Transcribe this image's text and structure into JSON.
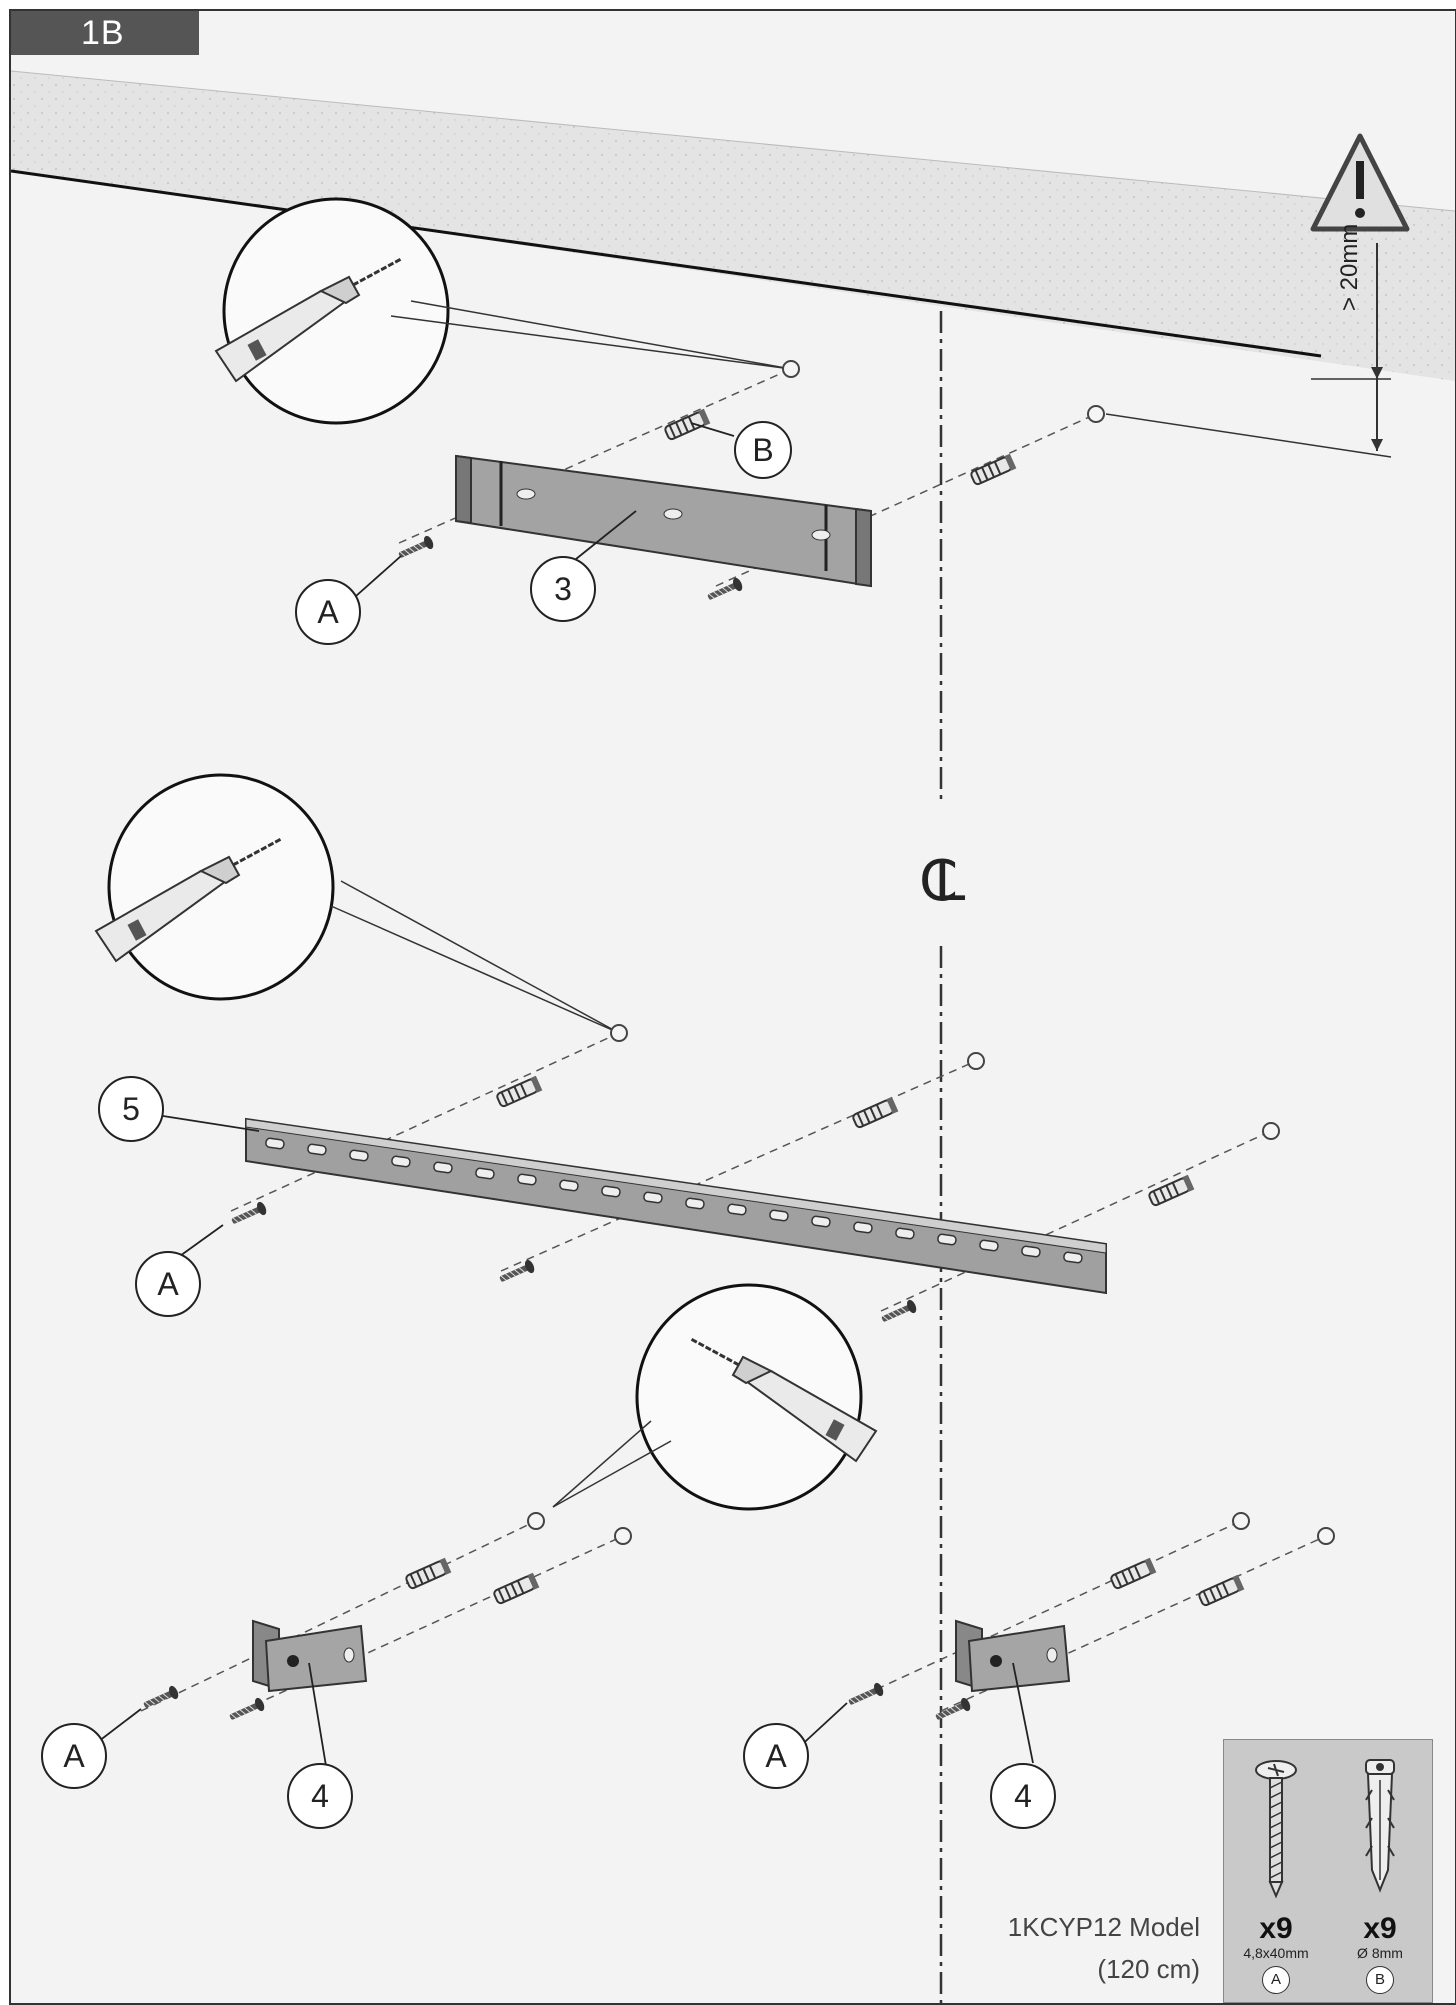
{
  "step": {
    "label": "1B"
  },
  "warning": {
    "icon": "warning-triangle-icon",
    "clearance": "> 20mm"
  },
  "centerline": {
    "symbol": "CL"
  },
  "callouts": {
    "A": "A",
    "B": "B",
    "part3": "3",
    "part4": "4",
    "part5": "5"
  },
  "model": {
    "name": "1KCYP12 Model",
    "size": "(120 cm)"
  },
  "hardware": [
    {
      "icon": "screw-icon",
      "qty": "x9",
      "size": "4,8x40mm",
      "letter": "A"
    },
    {
      "icon": "wall-anchor-icon",
      "qty": "x9",
      "size": "Ø 8mm",
      "letter": "B"
    }
  ],
  "colors": {
    "ceiling": "#e6e6e6",
    "background": "#f3f3f3",
    "metal": "#9a9a9a",
    "tab": "#555555"
  }
}
